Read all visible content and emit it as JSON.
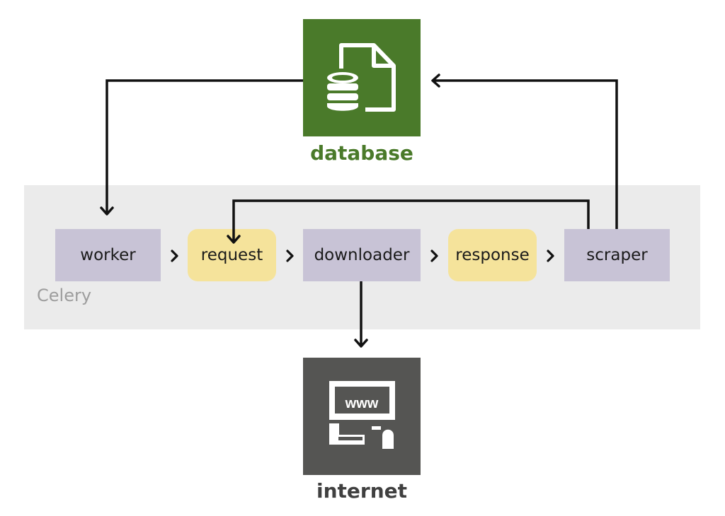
{
  "celery": {
    "label": "Celery"
  },
  "pipeline": {
    "worker": "worker",
    "request": "request",
    "downloader": "downloader",
    "response": "response",
    "scraper": "scraper"
  },
  "database": {
    "label": "database",
    "icon": "database-file-icon",
    "color": "#4a7a2a"
  },
  "internet": {
    "label": "internet",
    "icon": "www-computer-icon",
    "color": "#555553",
    "screen_text": "www"
  },
  "colors": {
    "process_box": "#c8c3d6",
    "message_box": "#f5e39b",
    "celery_band": "#ebebeb"
  }
}
